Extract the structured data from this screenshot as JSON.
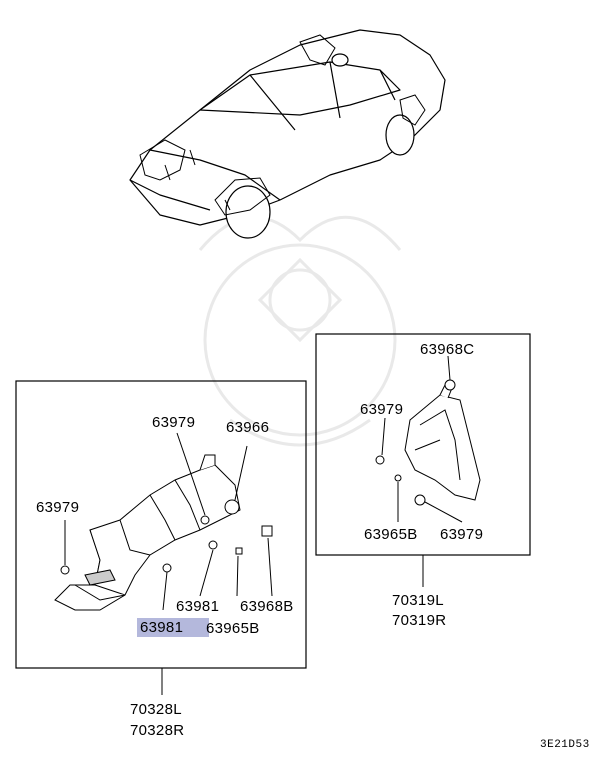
{
  "labels": {
    "l_63979_top": "63979",
    "l_63966": "63966",
    "l_63979_left": "63979",
    "l_63981_a": "63981",
    "l_63968B": "63968B",
    "l_63981_b": "63981",
    "l_63965B": "63965B",
    "l_70328L": "70328L",
    "l_70328R": "70328R",
    "l_63968C": "63968C",
    "l_63979_r1": "63979",
    "l_63965B_r": "63965B",
    "l_63979_r2": "63979",
    "l_70319L": "70319L",
    "l_70319R": "70319R",
    "l_code": "3E21D53"
  },
  "colors": {
    "highlight": "#b4b8dc",
    "line": "#000000",
    "watermark": "#e9e9e9"
  }
}
